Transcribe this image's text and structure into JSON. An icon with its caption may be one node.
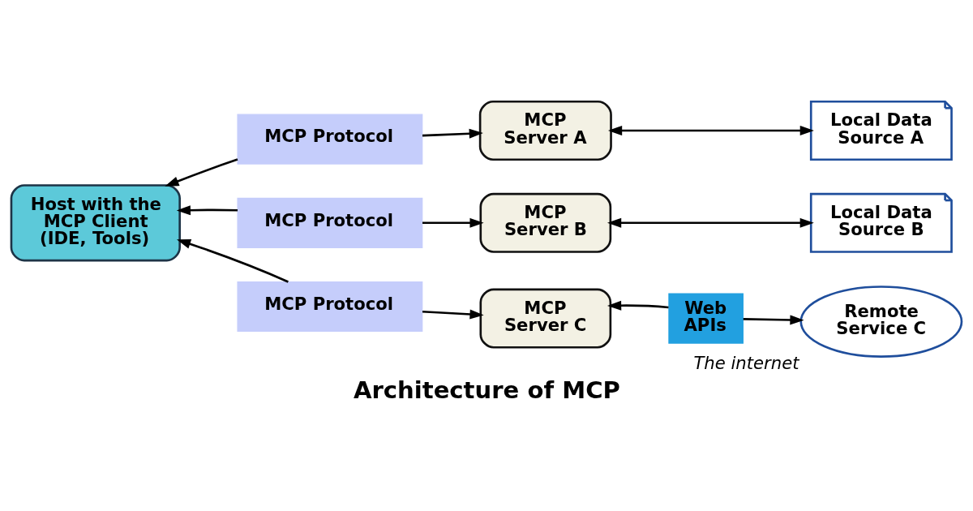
{
  "diagram": {
    "caption": "Architecture of MCP",
    "nodes": [
      {
        "text": [
          "Host with the MCP Client (IDE, Tools)"
        ]
      },
      {
        "text": [
          "MCP Protocol"
        ]
      },
      {
        "text": [
          "MCP Server A"
        ]
      },
      {
        "text": [
          "Local Data Source A"
        ]
      },
      {
        "text": [
          "MCP Protocol"
        ]
      },
      {
        "text": [
          "MCP Server B"
        ]
      },
      {
        "text": [
          "Local Data Source B"
        ]
      },
      {
        "text": [
          "MCP Protocol"
        ]
      },
      {
        "text": [
          "MCP Server C"
        ]
      },
      {
        "text": [
          "Web APIs"
        ]
      },
      {
        "text": [
          "Remote Service C"
        ],
        "beside": [
          "The internet"
        ]
      }
    ],
    "edges": [
      {
        "from": 1,
        "to": 0,
        "arrow": "to"
      },
      {
        "from": 1,
        "to": 2,
        "arrow": "to"
      },
      {
        "from": 2,
        "to": 3,
        "arrow": "both"
      },
      {
        "from": 4,
        "to": 0,
        "arrow": "to"
      },
      {
        "from": 4,
        "to": 5,
        "arrow": "to"
      },
      {
        "from": 5,
        "to": 6,
        "arrow": "both"
      },
      {
        "from": 7,
        "to": 0,
        "arrow": "to"
      },
      {
        "from": 7,
        "to": 8,
        "arrow": "to"
      },
      {
        "from": 9,
        "to": 8,
        "arrow": "to"
      },
      {
        "from": 9,
        "to": 10,
        "arrow": "to"
      }
    ]
  }
}
